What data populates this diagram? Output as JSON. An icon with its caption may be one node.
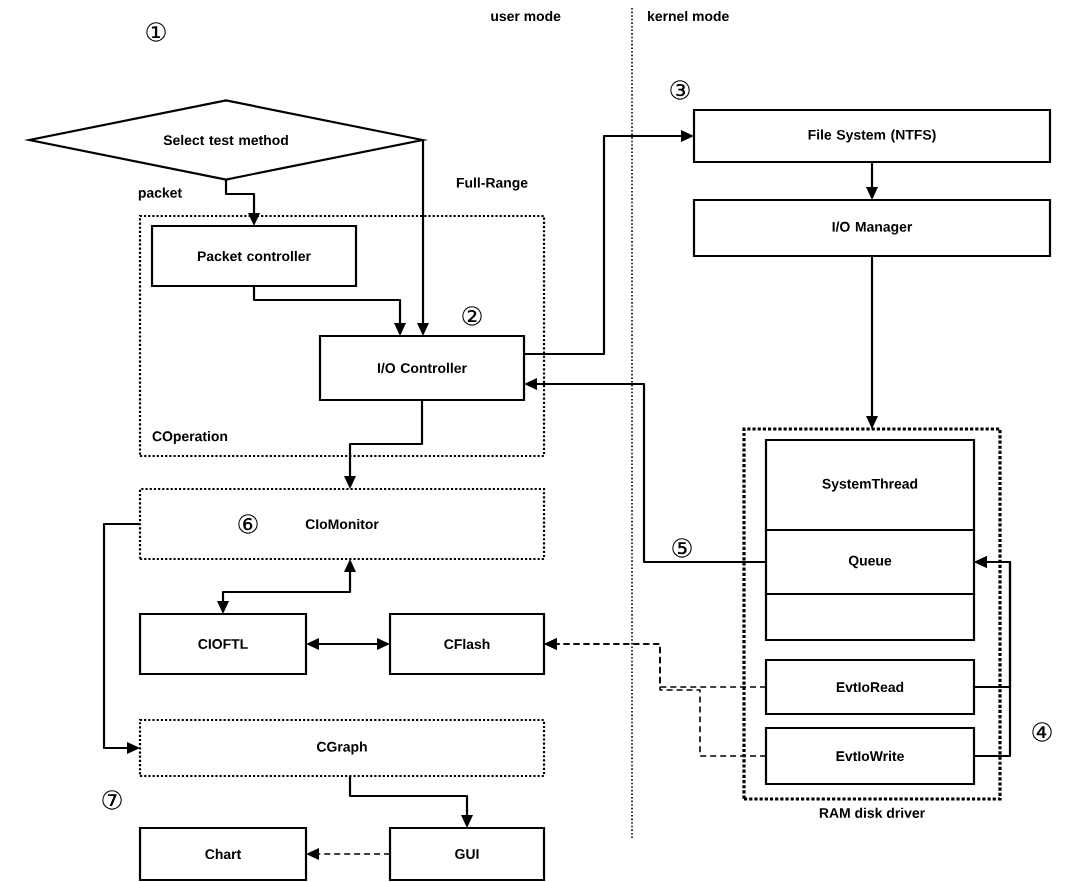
{
  "diagram": {
    "nodes": [
      {
        "text": [
          "Select test method"
        ]
      },
      {
        "text": [
          "COperation"
        ]
      },
      {
        "text": [
          "Packet controller"
        ],
        "in": 1
      },
      {
        "text": [
          "I/O Controller"
        ],
        "in": 1
      },
      {
        "text": [
          "File System (NTFS)"
        ]
      },
      {
        "text": [
          "I/O Manager"
        ]
      },
      {
        "text": [
          "RAM disk driver"
        ]
      },
      {
        "text": [
          "SystemThread"
        ],
        "in": 6
      },
      {
        "text": [
          "Queue"
        ],
        "in": 6
      },
      {
        "text": [],
        "shape": "box",
        "in": 6
      },
      {
        "text": [
          "EvtIoRead"
        ],
        "in": 6
      },
      {
        "text": [
          "EvtIoWrite"
        ],
        "in": 6
      },
      {
        "text": [
          "CIoMonitor"
        ]
      },
      {
        "text": [
          "CIOFTL"
        ]
      },
      {
        "text": [
          "CFlash"
        ]
      },
      {
        "text": [
          "CGraph"
        ]
      },
      {
        "text": [
          "Chart"
        ]
      },
      {
        "text": [
          "GUI"
        ]
      }
    ],
    "edges": [
      {
        "from": 0,
        "to": 2,
        "arrow": "to",
        "label": "packet"
      },
      {
        "from": 0,
        "to": 3,
        "arrow": "to",
        "label": "Full-Range"
      },
      {
        "from": 2,
        "to": 3,
        "arrow": "to"
      },
      {
        "from": 3,
        "to": 4,
        "arrow": "to"
      },
      {
        "from": 4,
        "to": 5,
        "arrow": "to"
      },
      {
        "from": 5,
        "to": 6,
        "arrow": "to"
      },
      {
        "from": 8,
        "to": 3,
        "arrow": "to"
      },
      {
        "from": 3,
        "to": 12,
        "arrow": "to"
      },
      {
        "from": 12,
        "to": 13,
        "arrow": "both"
      },
      {
        "from": 13,
        "to": 14,
        "arrow": "both"
      },
      {
        "from": 10,
        "to": 14,
        "arrow": "to",
        "style": "dashed"
      },
      {
        "from": 11,
        "to": 14,
        "arrow": "to",
        "style": "dashed"
      },
      {
        "from": 10,
        "to": 8,
        "arrow": "to"
      },
      {
        "from": 11,
        "to": 8,
        "arrow": "to"
      },
      {
        "from": 12,
        "to": 15,
        "arrow": "to"
      },
      {
        "from": 15,
        "to": 17,
        "arrow": "to"
      },
      {
        "from": 17,
        "to": 16,
        "arrow": "to",
        "style": "dashed"
      }
    ],
    "labels": [
      "user mode",
      "kernel mode",
      "①",
      "②",
      "③",
      "④",
      "⑤",
      "⑥",
      "⑦"
    ]
  }
}
